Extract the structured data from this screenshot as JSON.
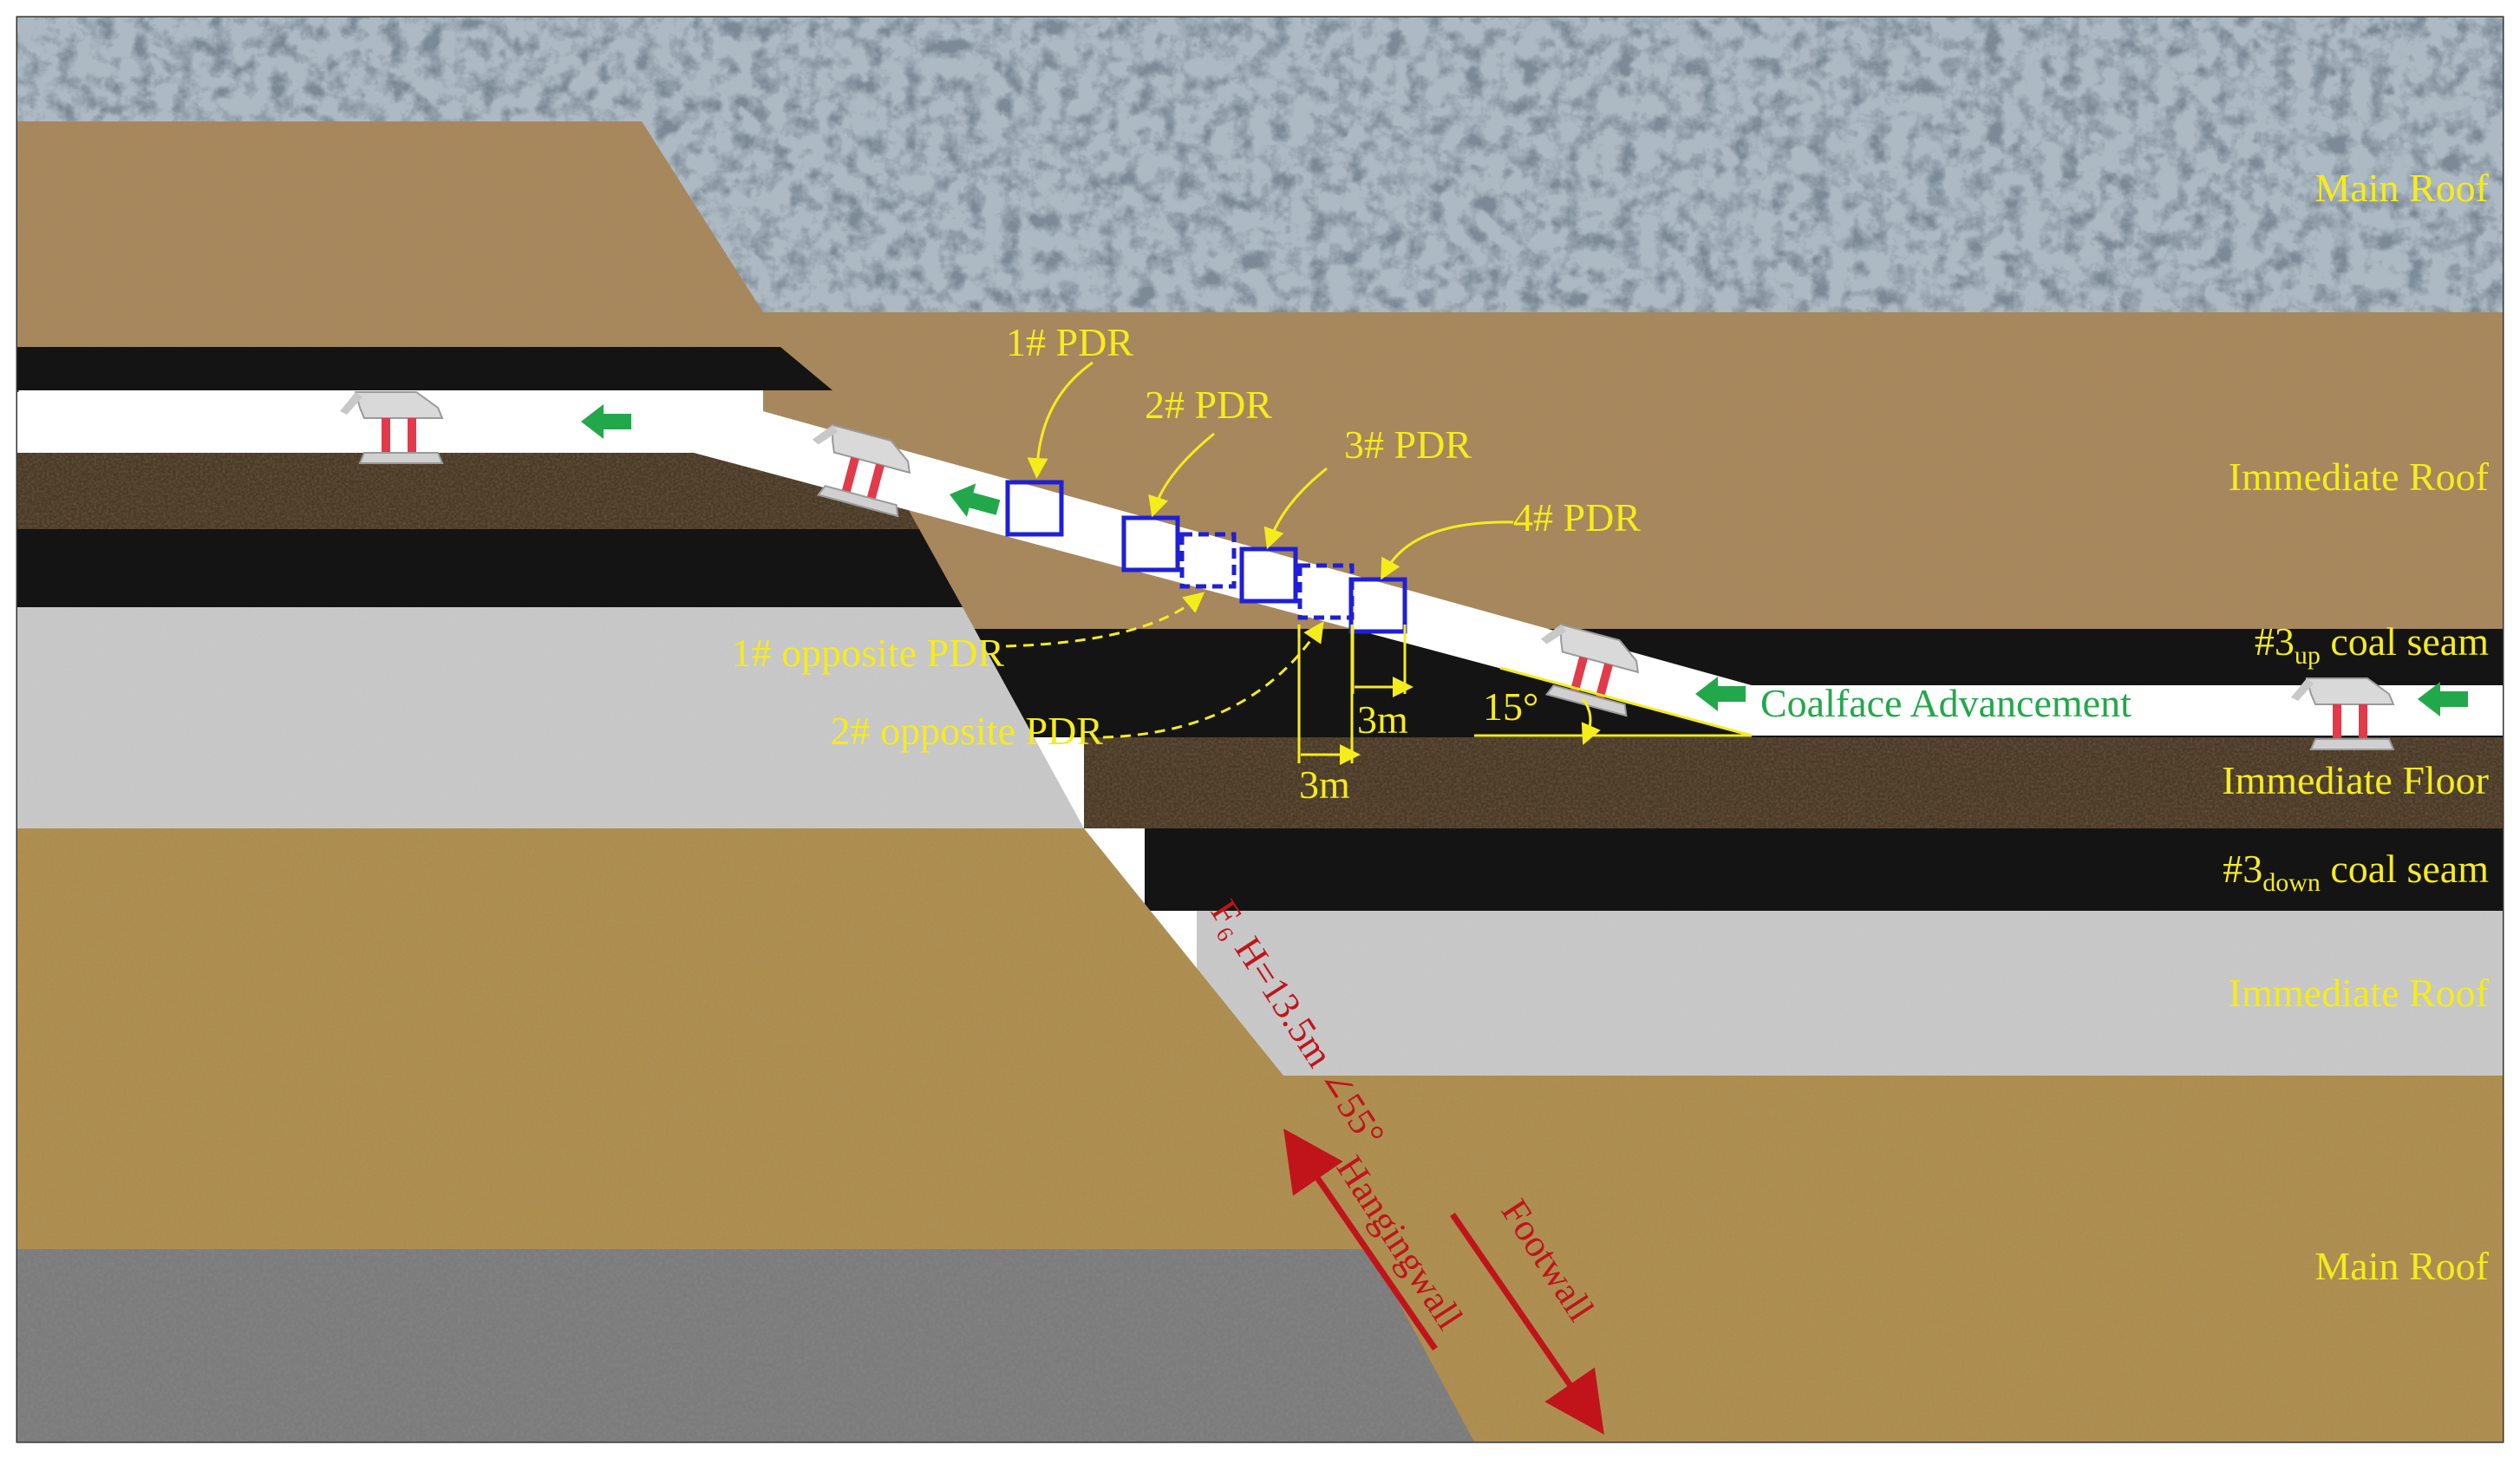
{
  "strata_labels": {
    "upper_main_roof": "Main Roof",
    "upper_immediate_roof": "Immediate Roof",
    "coal_seam_up": {
      "prefix": "#3",
      "sub": "up",
      "suffix": " coal seam"
    },
    "immediate_floor": "Immediate Floor",
    "coal_seam_down": {
      "prefix": "#3",
      "sub": "down",
      "suffix": " coal seam"
    },
    "lower_immediate_roof": "Immediate Roof",
    "lower_main_roof": "Main Roof"
  },
  "pdr_labels": {
    "pdr1": "1# PDR",
    "pdr2": "2# PDR",
    "pdr3": "3# PDR",
    "pdr4": "4# PDR",
    "opp1": "1# opposite PDR",
    "opp2": "2# opposite PDR"
  },
  "dimensions": {
    "spacing_a": "3m",
    "spacing_b": "3m",
    "dip_angle": "15°"
  },
  "advance_label": "Coalface Advancement",
  "fault": {
    "label": "F₆ H=13.5m  ∠55°",
    "hangingwall": "Hangingwall",
    "footwall": "Footwall"
  },
  "colors": {
    "label_yellow": "#f5ec1c",
    "fault_red": "#c0141a",
    "arrow_green": "#22a84a",
    "pdr_blue": "#1f1fd6",
    "coal": "#141414"
  },
  "icons": [
    "hydraulic-support-icon",
    "advance-arrow-icon"
  ]
}
